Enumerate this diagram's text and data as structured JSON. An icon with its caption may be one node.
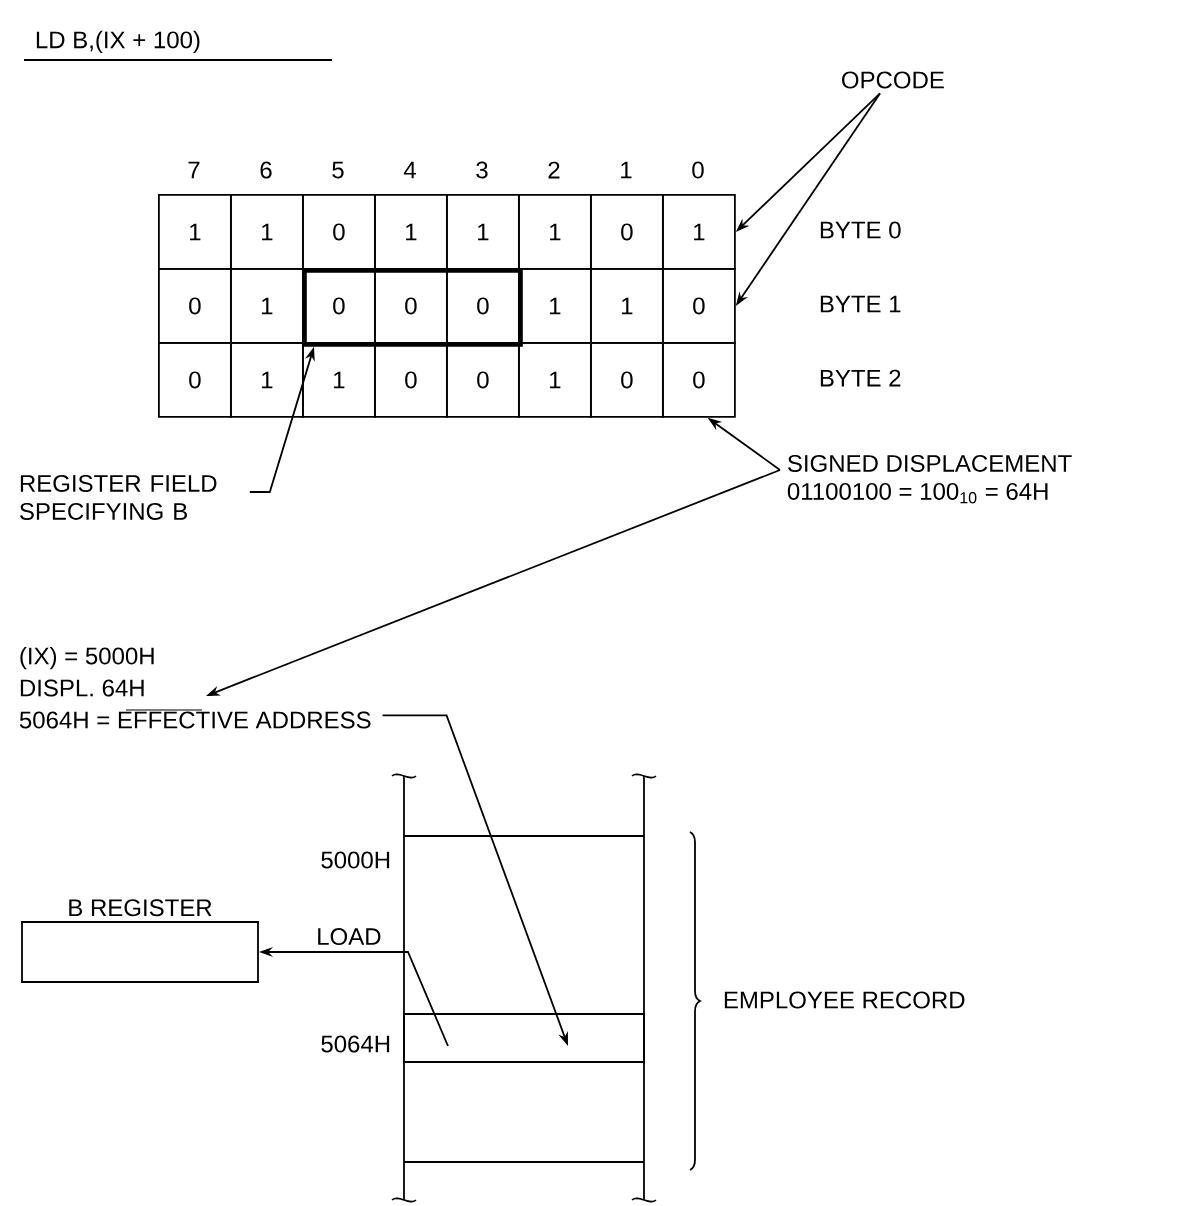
{
  "diagram": {
    "title": "LD B,(IX + 100)",
    "nodes": [
      {
        "text": [
          "OPCODE"
        ]
      },
      {
        "text": [
          "1"
        ],
        "beside": [
          "7"
        ]
      },
      {
        "text": [
          "1"
        ],
        "beside": [
          "6"
        ]
      },
      {
        "text": [
          "0"
        ],
        "beside": [
          "5"
        ]
      },
      {
        "text": [
          "1"
        ],
        "beside": [
          "4"
        ]
      },
      {
        "text": [
          "1"
        ],
        "beside": [
          "3"
        ]
      },
      {
        "text": [
          "1"
        ],
        "beside": [
          "2"
        ]
      },
      {
        "text": [
          "0"
        ],
        "beside": [
          "1"
        ]
      },
      {
        "text": [
          "1"
        ],
        "beside": [
          "0",
          "BYTE 0"
        ]
      },
      {
        "text": [
          "0"
        ]
      },
      {
        "text": [
          "1"
        ]
      },
      {
        "text": [],
        "shape": "box"
      },
      {
        "text": [
          "0"
        ],
        "in": 11
      },
      {
        "text": [
          "0"
        ],
        "in": 11
      },
      {
        "text": [
          "0"
        ],
        "in": 11
      },
      {
        "text": [
          "1"
        ]
      },
      {
        "text": [
          "1"
        ]
      },
      {
        "text": [
          "0"
        ],
        "beside": [
          "BYTE 1"
        ]
      },
      {
        "text": [
          "0"
        ]
      },
      {
        "text": [
          "1"
        ]
      },
      {
        "text": [
          "1"
        ]
      },
      {
        "text": [
          "0"
        ]
      },
      {
        "text": [
          "0"
        ]
      },
      {
        "text": [
          "1"
        ]
      },
      {
        "text": [
          "0"
        ]
      },
      {
        "text": [
          "0"
        ],
        "beside": [
          "BYTE 2"
        ]
      },
      {
        "text": [
          "REGISTER FIELD SPECIFYING B"
        ]
      },
      {
        "text": [
          "SIGNED DISPLACEMENT",
          "01100100 = 100$_{10}$ = 64H"
        ]
      },
      {
        "text": [
          "(IX) = 5000H",
          "DISPL. 64H",
          "5064H = EFFECTIVE ADDRESS"
        ]
      },
      {
        "text": [
          "B REGISTER"
        ]
      },
      {
        "text": [],
        "shape": "box"
      },
      {
        "text": [],
        "shape": "box",
        "in": 30,
        "beside": [
          "5064H"
        ]
      }
    ],
    "edges": [
      {
        "from": 0,
        "to": 8,
        "arrow": "to"
      },
      {
        "from": 0,
        "to": 17,
        "arrow": "to"
      },
      {
        "from": 26,
        "to": 11,
        "arrow": "to"
      },
      {
        "from": 27,
        "to": 25,
        "arrow": "to"
      },
      {
        "from": 27,
        "to": 28,
        "arrow": "to"
      },
      {
        "from": 28,
        "to": 31,
        "arrow": "to"
      },
      {
        "from": 31,
        "to": 29,
        "arrow": "to",
        "label": "LOAD"
      }
    ],
    "labels": [
      "5000H",
      "EMPLOYEE RECORD"
    ]
  }
}
